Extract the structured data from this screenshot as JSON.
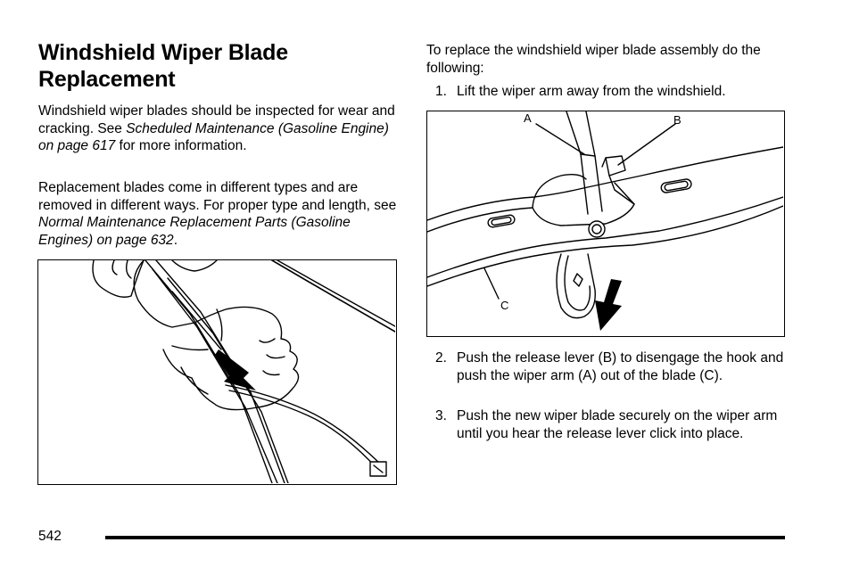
{
  "left": {
    "title": "Windshield Wiper Blade Replacement",
    "para1": {
      "before": "Windshield wiper blades should be inspected for wear and cracking. See ",
      "link": "Scheduled Maintenance (Gasoline Engine) on page 617",
      "after": " for more information."
    },
    "para2": {
      "before": "Replacement blades come in different types and are removed in different ways. For proper type and length, see ",
      "link": "Normal Maintenance Replacement Parts (Gasoline Engines) on page 632",
      "after": "."
    }
  },
  "right": {
    "intro": "To replace the windshield wiper blade assembly do the following:",
    "steps": [
      {
        "num": "1.",
        "text": "Lift the wiper arm away from the windshield."
      },
      {
        "num": "2.",
        "text": "Push the release lever (B) to disengage the hook and push the wiper arm (A) out of the blade (C)."
      },
      {
        "num": "3.",
        "text": "Push the new wiper blade securely on the wiper arm until you hear the release lever click into place."
      }
    ]
  },
  "figure2": {
    "labels": {
      "a": "A",
      "b": "B",
      "c": "C"
    }
  },
  "footer": {
    "page_number": "542"
  }
}
